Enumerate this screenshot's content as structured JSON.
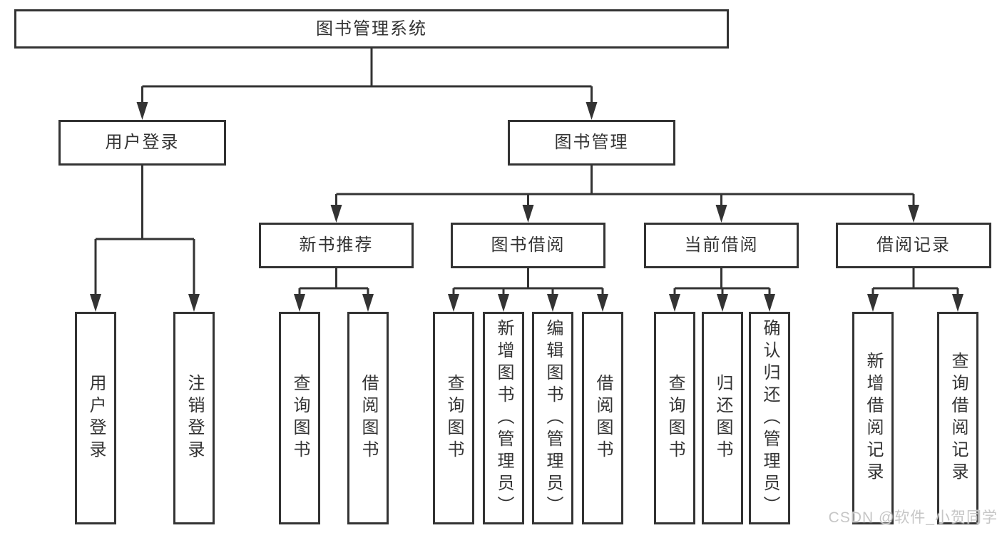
{
  "root": {
    "label": "图书管理系统"
  },
  "branches": [
    {
      "label": "用户登录"
    },
    {
      "label": "图书管理"
    }
  ],
  "modules": [
    {
      "label": "新书推荐"
    },
    {
      "label": "图书借阅"
    },
    {
      "label": "当前借阅"
    },
    {
      "label": "借阅记录"
    }
  ],
  "leaves": {
    "login": [
      "用户登录",
      "注销登录"
    ],
    "recommend": [
      "查询图书",
      "借阅图书"
    ],
    "borrow": [
      "查询图书",
      "新增图书（管理员）",
      "编辑图书（管理员）",
      "借阅图书"
    ],
    "current": [
      "查询图书",
      "归还图书",
      "确认归还（管理员）"
    ],
    "records": [
      "新增借阅记录",
      "查询借阅记录"
    ]
  },
  "watermark": {
    "text": "CSDN @软件_小贺同学"
  },
  "colors": {
    "line": "#333333",
    "text": "#333333",
    "box_bg": "#ffffff",
    "watermark": "#c6c6c6"
  }
}
